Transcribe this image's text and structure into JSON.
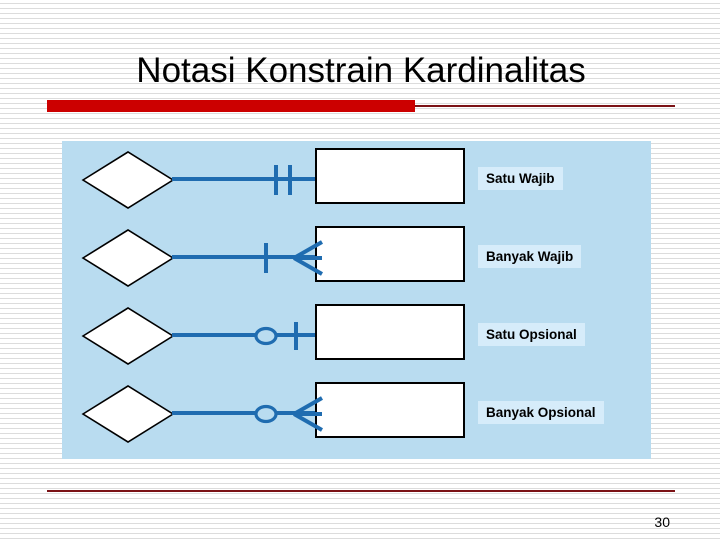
{
  "slide": {
    "title": "Notasi Konstrain Kardinalitas",
    "page_number": "30",
    "colors": {
      "accent_red": "#cc0000",
      "rule_dark_red": "#7b1216",
      "panel_blue": "#b9dcf0",
      "label_blue": "#d6ecfa",
      "connector_blue": "#1f6cb0",
      "shape_outline": "#000000",
      "shape_fill": "#ffffff",
      "background": "#ffffff",
      "stripe": "#dcdcdc"
    }
  },
  "diagram": {
    "rows": [
      {
        "label": "Satu Wajib",
        "notation": "one-mandatory",
        "marks": [
          "tick",
          "tick"
        ],
        "shape_left": "diamond",
        "shape_right": "rectangle"
      },
      {
        "label": "Banyak Wajib",
        "notation": "many-mandatory",
        "marks": [
          "tick",
          "crowsfoot"
        ],
        "shape_left": "diamond",
        "shape_right": "rectangle"
      },
      {
        "label": "Satu Opsional",
        "notation": "one-optional",
        "marks": [
          "circle",
          "tick"
        ],
        "shape_left": "diamond",
        "shape_right": "rectangle"
      },
      {
        "label": "Banyak Opsional",
        "notation": "many-optional",
        "marks": [
          "circle",
          "crowsfoot"
        ],
        "shape_left": "diamond",
        "shape_right": "rectangle"
      }
    ]
  }
}
